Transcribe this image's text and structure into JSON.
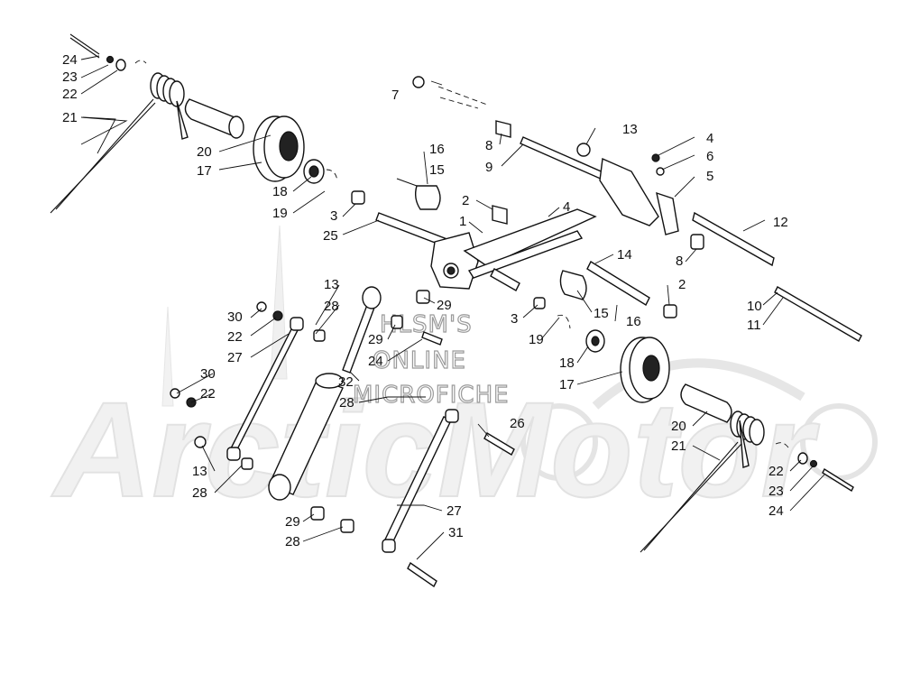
{
  "watermark": {
    "logo_text": "ArcticMotor",
    "lines": [
      "HLSM'S",
      "ONLINE",
      "MICROFICHE"
    ]
  },
  "colors": {
    "ink": "#111111",
    "watermark_text": "#9a9a9a",
    "watermark_logo": "#e6e6e6",
    "background": "#ffffff"
  },
  "callouts": [
    {
      "id": "c-24a",
      "text": "24"
    },
    {
      "id": "c-23a",
      "text": "23"
    },
    {
      "id": "c-22a",
      "text": "22"
    },
    {
      "id": "c-21a",
      "text": "21"
    },
    {
      "id": "c-20a",
      "text": "20"
    },
    {
      "id": "c-17a",
      "text": "17"
    },
    {
      "id": "c-18a",
      "text": "18"
    },
    {
      "id": "c-19a",
      "text": "19"
    },
    {
      "id": "c-3a",
      "text": "3"
    },
    {
      "id": "c-25",
      "text": "25"
    },
    {
      "id": "c-16a",
      "text": "16"
    },
    {
      "id": "c-15a",
      "text": "15"
    },
    {
      "id": "c-7",
      "text": "7"
    },
    {
      "id": "c-8a",
      "text": "8"
    },
    {
      "id": "c-9",
      "text": "9"
    },
    {
      "id": "c-13a",
      "text": "13"
    },
    {
      "id": "c-4a",
      "text": "4"
    },
    {
      "id": "c-6",
      "text": "6"
    },
    {
      "id": "c-5",
      "text": "5"
    },
    {
      "id": "c-2a",
      "text": "2"
    },
    {
      "id": "c-4b",
      "text": "4"
    },
    {
      "id": "c-1",
      "text": "1"
    },
    {
      "id": "c-12",
      "text": "12"
    },
    {
      "id": "c-14",
      "text": "14"
    },
    {
      "id": "c-8b",
      "text": "8"
    },
    {
      "id": "c-2b",
      "text": "2"
    },
    {
      "id": "c-10",
      "text": "10"
    },
    {
      "id": "c-11",
      "text": "11"
    },
    {
      "id": "c-13b",
      "text": "13"
    },
    {
      "id": "c-28a",
      "text": "28"
    },
    {
      "id": "c-29a",
      "text": "29"
    },
    {
      "id": "c-3b",
      "text": "3"
    },
    {
      "id": "c-15b",
      "text": "15"
    },
    {
      "id": "c-16b",
      "text": "16"
    },
    {
      "id": "c-30a",
      "text": "30"
    },
    {
      "id": "c-22b",
      "text": "22"
    },
    {
      "id": "c-29b",
      "text": "29"
    },
    {
      "id": "c-24b",
      "text": "24"
    },
    {
      "id": "c-19b",
      "text": "19"
    },
    {
      "id": "c-27a",
      "text": "27"
    },
    {
      "id": "c-32",
      "text": "32"
    },
    {
      "id": "c-28b",
      "text": "28"
    },
    {
      "id": "c-18b",
      "text": "18"
    },
    {
      "id": "c-17b",
      "text": "17"
    },
    {
      "id": "c-30b",
      "text": "30"
    },
    {
      "id": "c-22c",
      "text": "22"
    },
    {
      "id": "c-26",
      "text": "26"
    },
    {
      "id": "c-20b",
      "text": "20"
    },
    {
      "id": "c-21b",
      "text": "21"
    },
    {
      "id": "c-13c",
      "text": "13"
    },
    {
      "id": "c-28c",
      "text": "28"
    },
    {
      "id": "c-22d",
      "text": "22"
    },
    {
      "id": "c-23b",
      "text": "23"
    },
    {
      "id": "c-24c",
      "text": "24"
    },
    {
      "id": "c-27b",
      "text": "27"
    },
    {
      "id": "c-29c",
      "text": "29"
    },
    {
      "id": "c-28d",
      "text": "28"
    },
    {
      "id": "c-31",
      "text": "31"
    }
  ]
}
